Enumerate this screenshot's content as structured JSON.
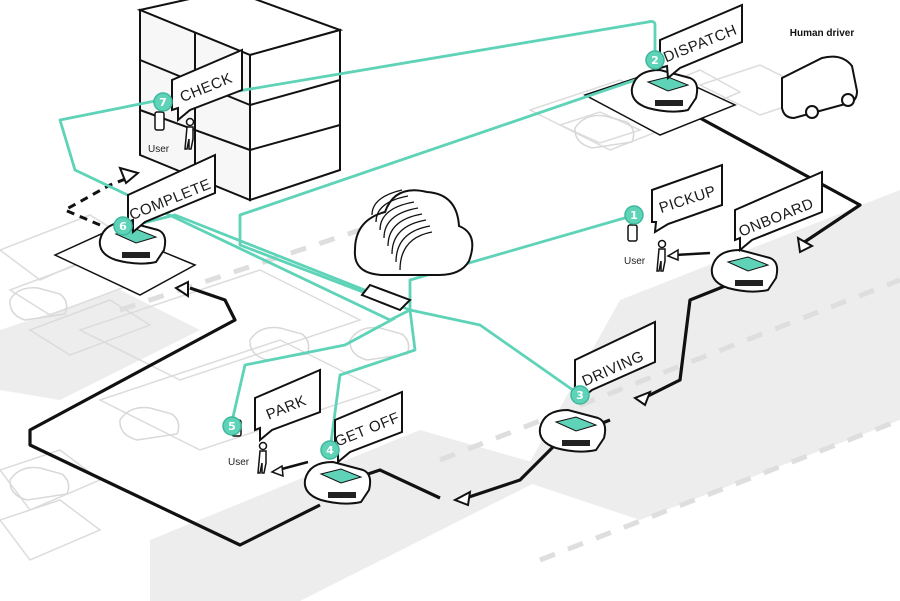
{
  "colors": {
    "teal": "#5fd3b8",
    "teal_dark": "#3fb89c",
    "route": "#111111",
    "ghost": "#e2e2e2",
    "shadow": "#ececec"
  },
  "header": {
    "human_driver_label": "Human driver"
  },
  "steps": [
    {
      "number": "1",
      "label": "PICKUP"
    },
    {
      "number": "2",
      "label": "DISPATCH"
    },
    {
      "number": "3",
      "label": "DRIVING"
    },
    {
      "number": "4",
      "label": "GET OFF"
    },
    {
      "number": "5",
      "label": "PARK"
    },
    {
      "number": "6",
      "label": "COMPLETE"
    },
    {
      "number": "7",
      "label": "CHECK"
    }
  ],
  "user_labels": [
    "User",
    "User",
    "User"
  ],
  "icons": [
    "cloud-server-icon",
    "building-icon",
    "van-icon",
    "car-icon",
    "phone-icon",
    "person-icon"
  ]
}
